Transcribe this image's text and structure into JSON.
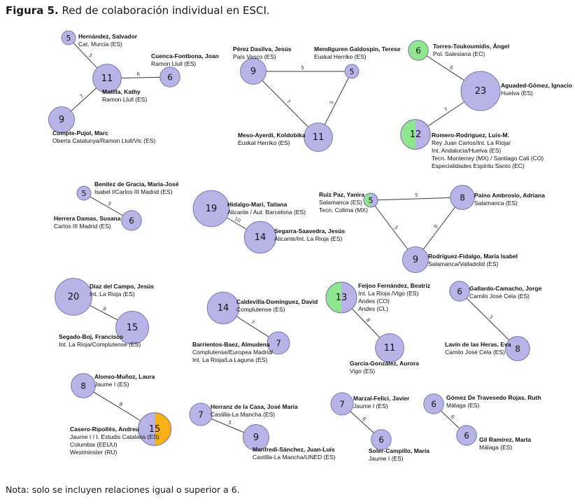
{
  "figure": {
    "label": "Figura 5.",
    "title": "Red de colaboración individual en ESCI.",
    "note": "Nota: solo se incluyen relaciones igual o superior a 6."
  },
  "colors": {
    "node": "#b9b4e8",
    "node_stroke": "#7a76a6",
    "green": "#8ee68e",
    "orange": "#f5b117",
    "edge": "#3a3a3a"
  },
  "nodes": [
    {
      "id": "hernandez",
      "value": 5,
      "name": "Hernández, Salvador",
      "aff": [
        "Cat. Murcia (ES)"
      ]
    },
    {
      "id": "cuenca",
      "value": 6,
      "name": "Cuenca-Fontbona, Joan",
      "aff": [
        "Ramon Llull (ES)"
      ]
    },
    {
      "id": "matilla",
      "value": 11,
      "name": "Matilla, Kathy",
      "aff": [
        "Ramon Llull (ES)"
      ]
    },
    {
      "id": "compte",
      "value": 9,
      "name": "Compte-Pujol, Marc",
      "aff": [
        "Oberta Catalunya/Ramon Llull/Vic (ES)"
      ]
    },
    {
      "id": "perez",
      "value": 9,
      "name": "Pérez Dasilva, Jesús",
      "aff": [
        "País Vasco (ES)"
      ]
    },
    {
      "id": "mendiguren",
      "value": 5,
      "name": "Mendiguren Galdospin, Terese",
      "aff": [
        "Euskal Herriko (ES)"
      ]
    },
    {
      "id": "meso",
      "value": 11,
      "name": "Meso-Ayerdi, Koldobika",
      "aff": [
        "Euskal Herriko (ES)"
      ]
    },
    {
      "id": "torres",
      "value": 6,
      "name": "Torres-Toukoumidis, Ángel",
      "aff": [
        "Pol. Salesiana (EC)"
      ],
      "fill": "green"
    },
    {
      "id": "aguaded",
      "value": 23,
      "name": "Aguaded-Gómez, Ignacio",
      "aff": [
        "Huelva (ES)"
      ]
    },
    {
      "id": "romero",
      "value": 12,
      "name": "Romero-Rodríguez, Luis-M.",
      "aff": [
        "Rey Juan Carlos/Int. La Rioja/",
        "Int. Andalucia/Huelva (ES)",
        "Tecn. Monterrey (MX) / Santiago Cali (CO)",
        "Especialidades Espíritu Santo (EC)"
      ],
      "fill": "half-green"
    },
    {
      "id": "benitez",
      "value": 5,
      "name": "Benítez de Gracia, María-José",
      "aff": [
        "Isabel I/Carlos III Madrid (ES)"
      ]
    },
    {
      "id": "herrera",
      "value": 6,
      "name": "Herrera Damas, Susana",
      "aff": [
        "Carlos III Madrid (ES)"
      ]
    },
    {
      "id": "hidalgo",
      "value": 19,
      "name": "Hidalgo-Marí, Tatiana",
      "aff": [
        "Alicante / Aut. Barcelona (ES)"
      ]
    },
    {
      "id": "segarra",
      "value": 14,
      "name": "Segarra-Saavedra, Jesús",
      "aff": [
        "Alicante/Int. La Rioja (ES)"
      ]
    },
    {
      "id": "ruiz",
      "value": 5,
      "name": "Ruiz Paz, Yanira",
      "aff": [
        "Salamanca (ES)",
        "Tecn. Colima (MX)"
      ],
      "fill": "half-green"
    },
    {
      "id": "paino",
      "value": 8,
      "name": "Paino Ambrosio, Adriana",
      "aff": [
        "Salamanca (ES)"
      ]
    },
    {
      "id": "rodriguez",
      "value": 9,
      "name": "Rodríguez-Fidalgo, María Isabel",
      "aff": [
        "Salamanca/Valladolid (ES)"
      ]
    },
    {
      "id": "diaz",
      "value": 20,
      "name": "Díaz del Campo, Jesús",
      "aff": [
        "Int. La Rioja (ES)"
      ]
    },
    {
      "id": "segado",
      "value": 15,
      "name": "Segado-Boj, Francisco",
      "aff": [
        "Int. La Rioja/Complutense (ES)"
      ]
    },
    {
      "id": "caldevilla",
      "value": 14,
      "name": "Caldevilla-Domínguez, David",
      "aff": [
        "Complutense (ES)"
      ]
    },
    {
      "id": "barrientos",
      "value": 7,
      "name": "Barrientos-Baez, Almudena",
      "aff": [
        "Complutense/Europea Madrid/",
        "Int. La Rioja/La Laguna (ES)"
      ]
    },
    {
      "id": "feijoo",
      "value": 13,
      "name": "Feijoo Fernández, Beatriz",
      "aff": [
        "Int. La Rioja /Vigo (ES)",
        "Andes (CO)",
        "Andes (CL)"
      ],
      "fill": "half-green"
    },
    {
      "id": "garcia",
      "value": 11,
      "name": "García-González, Aurora",
      "aff": [
        "Vigo (ES)"
      ]
    },
    {
      "id": "gallardo",
      "value": 6,
      "name": "Gallardo-Camacho, Jorge",
      "aff": [
        "Camilo José Cela (ES)"
      ]
    },
    {
      "id": "lavin",
      "value": 8,
      "name": "Lavín de las Heras, Eva",
      "aff": [
        "Camilo José Cela (ES)"
      ]
    },
    {
      "id": "alonso",
      "value": 8,
      "name": "Alonso-Muñoz, Laura",
      "aff": [
        "Jaume I (ES)"
      ]
    },
    {
      "id": "casero",
      "value": 15,
      "name": "Casero-Ripollés, Andreu",
      "aff": [
        "Jaume I / I. Estudis Catalans (ES)",
        "Columbia (EEUU)",
        "Westminster (RU)"
      ],
      "fill": "half-orange"
    },
    {
      "id": "herranz",
      "value": 7,
      "name": "Herranz de la Casa, José María",
      "aff": [
        "Castilla-La Mancha (ES)"
      ]
    },
    {
      "id": "manfredi",
      "value": 9,
      "name": "Manfredi-Sánchez, Juan-Luis",
      "aff": [
        "Castilla-La Mancha/UNED (ES)"
      ]
    },
    {
      "id": "marzal",
      "value": 7,
      "name": "Marzal-Felici, Javier",
      "aff": [
        "Jaume I (ES)"
      ]
    },
    {
      "id": "soler",
      "value": 6,
      "name": "Soler-Campillo, María",
      "aff": [
        "Jaume I (ES)"
      ]
    },
    {
      "id": "gomez",
      "value": 6,
      "name": "Gómez De Travesedo Rojas, Ruth",
      "aff": [
        "Málaga (ES)"
      ]
    },
    {
      "id": "gil",
      "value": 6,
      "name": "Gil Ramírez, Marta",
      "aff": [
        "Málaga (ES)"
      ]
    }
  ],
  "edges": [
    {
      "source": "hernandez",
      "target": "matilla",
      "weight": 5
    },
    {
      "source": "matilla",
      "target": "cuenca",
      "weight": 6
    },
    {
      "source": "matilla",
      "target": "compte",
      "weight": 7
    },
    {
      "source": "perez",
      "target": "mendiguren",
      "weight": 5
    },
    {
      "source": "perez",
      "target": "meso",
      "weight": 7
    },
    {
      "source": "mendiguren",
      "target": "meso",
      "weight": 5
    },
    {
      "source": "torres",
      "target": "aguaded",
      "weight": 6
    },
    {
      "source": "romero",
      "target": "aguaded",
      "weight": 7
    },
    {
      "source": "benitez",
      "target": "herrera",
      "weight": 5
    },
    {
      "source": "hidalgo",
      "target": "segarra",
      "weight": 10
    },
    {
      "source": "ruiz",
      "target": "paino",
      "weight": 5
    },
    {
      "source": "ruiz",
      "target": "rodriguez",
      "weight": 5
    },
    {
      "source": "paino",
      "target": "rodriguez",
      "weight": 8
    },
    {
      "source": "diaz",
      "target": "segado",
      "weight": 8
    },
    {
      "source": "caldevilla",
      "target": "barrientos",
      "weight": 7
    },
    {
      "source": "feijoo",
      "target": "garcia",
      "weight": 8
    },
    {
      "source": "gallardo",
      "target": "lavin",
      "weight": 5
    },
    {
      "source": "alonso",
      "target": "casero",
      "weight": 8
    },
    {
      "source": "herranz",
      "target": "manfredi",
      "weight": 5
    },
    {
      "source": "marzal",
      "target": "soler",
      "weight": 6
    },
    {
      "source": "gomez",
      "target": "gil",
      "weight": 6
    }
  ]
}
